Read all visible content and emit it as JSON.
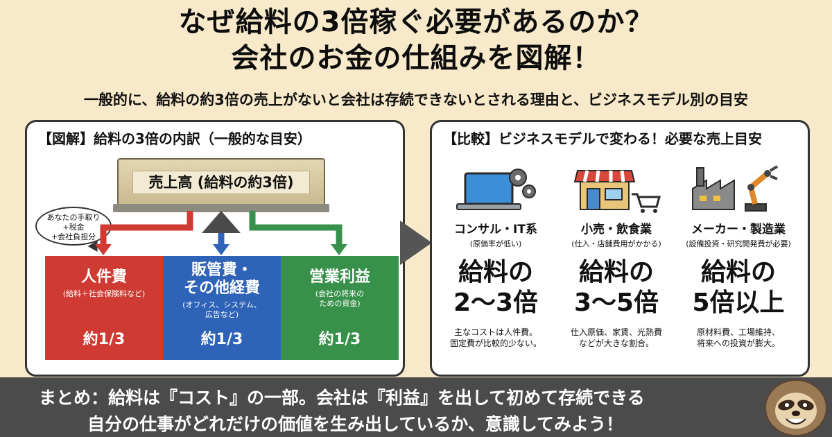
{
  "header": {
    "title_line1": "なぜ給料の3倍稼ぐ必要があるのか？",
    "title_line2": "会社のお金の仕組みを図解！",
    "subtitle": "一般的に、給料の約3倍の売上がないと会社は存続できないとされる理由と、ビジネスモデル別の目安"
  },
  "left_panel": {
    "heading": "【図解】給料の3倍の内訳（一般的な目安）",
    "bundle_label": "売上高 (給料の約3倍)",
    "bubble": [
      "あなたの手取り",
      "+税金",
      "+会社負担分"
    ],
    "blocks": [
      {
        "title_lines": [
          "人件費"
        ],
        "desc_lines": [
          "(給料＋社会保険料など)"
        ],
        "ratio": "約1/3"
      },
      {
        "title_lines": [
          "販管費・",
          "その他経費"
        ],
        "desc_lines": [
          "(オフィス、システム、",
          "広告など)"
        ],
        "ratio": "約1/3"
      },
      {
        "title_lines": [
          "営業利益"
        ],
        "desc_lines": [
          "(会社の将来の",
          "ための資金)"
        ],
        "ratio": "約1/3"
      }
    ]
  },
  "right_panel": {
    "heading": "【比較】ビジネスモデルで変わる！必要な売上目安",
    "columns": [
      {
        "icon": "laptop-gear-icon",
        "name": "コンサル・IT系",
        "note": "(原価率が低い)",
        "multiple_lines": [
          "給料の",
          "2〜3倍"
        ],
        "desc_lines": [
          "主なコストは人件費。",
          "固定費が比較的少ない。"
        ]
      },
      {
        "icon": "store-cart-icon",
        "name": "小売・飲食業",
        "note": "(仕入・店舗費用がかかる)",
        "multiple_lines": [
          "給料の",
          "3〜5倍"
        ],
        "desc_lines": [
          "仕入原価、家賃、光熱費",
          "などが大きな割合。"
        ]
      },
      {
        "icon": "factory-robot-arm-icon",
        "name": "メーカー・製造業",
        "note": "(設備投資・研究開発費が必要)",
        "multiple_lines": [
          "給料の",
          "5倍以上"
        ],
        "desc_lines": [
          "原材料費、工場維持、",
          "将来への投資が膨大。"
        ]
      }
    ]
  },
  "summary": {
    "line1": "まとめ：給料は『コスト』の一部。会社は『利益』を出して初めて存続できる",
    "line2": "自分の仕事がどれだけの価値を生み出しているか、意識してみよう！"
  },
  "colors": {
    "background": "#f7e9c9",
    "red": "#cf3a33",
    "blue": "#2e63b8",
    "green": "#37914a",
    "summary_bg": "#4b4b4b"
  }
}
